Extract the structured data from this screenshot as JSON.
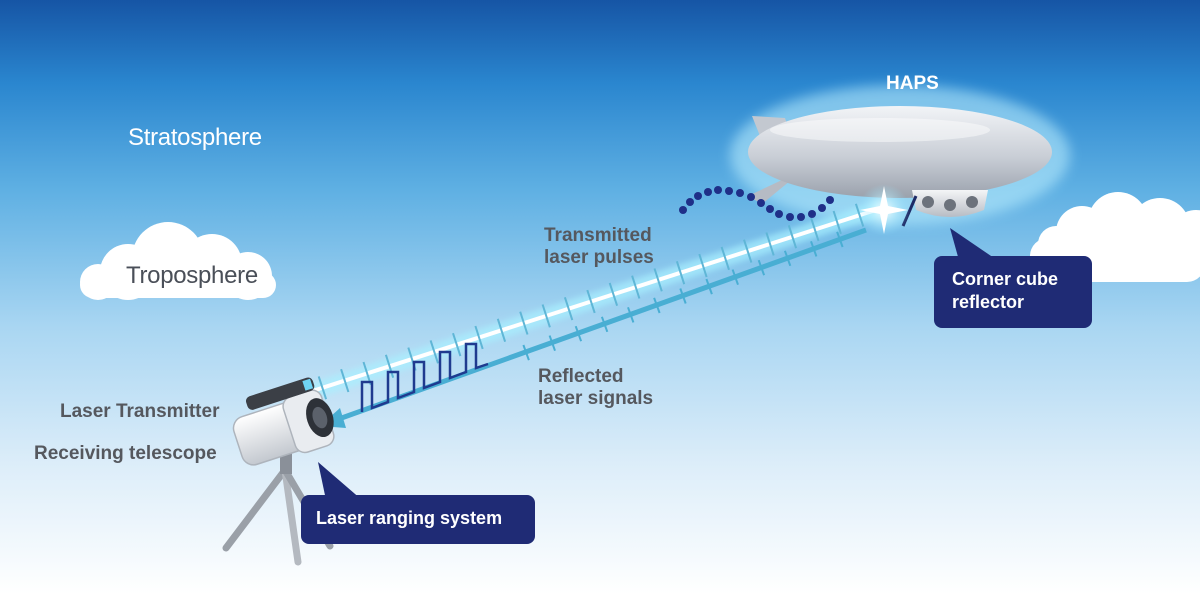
{
  "layers": {
    "stratosphere": "Stratosphere",
    "troposphere": "Troposphere"
  },
  "haps": {
    "label": "HAPS"
  },
  "beams": {
    "transmitted_line1": "Transmitted",
    "transmitted_line2": "laser pulses",
    "reflected_line1": "Reflected",
    "reflected_line2": "laser signals"
  },
  "ground": {
    "laser_transmitter": "Laser Transmitter",
    "receiving_telescope": "Receiving telescope"
  },
  "callouts": {
    "laser_ranging_system": "Laser ranging system",
    "corner_cube_line1": "Corner cube",
    "corner_cube_line2": "reflector"
  },
  "colors": {
    "sky_top": "#1655a5",
    "sky_bottom": "#ffffff",
    "callout_bg": "#1f2b75",
    "beam": "#56b9dc",
    "signal": "#1f3a8f"
  }
}
